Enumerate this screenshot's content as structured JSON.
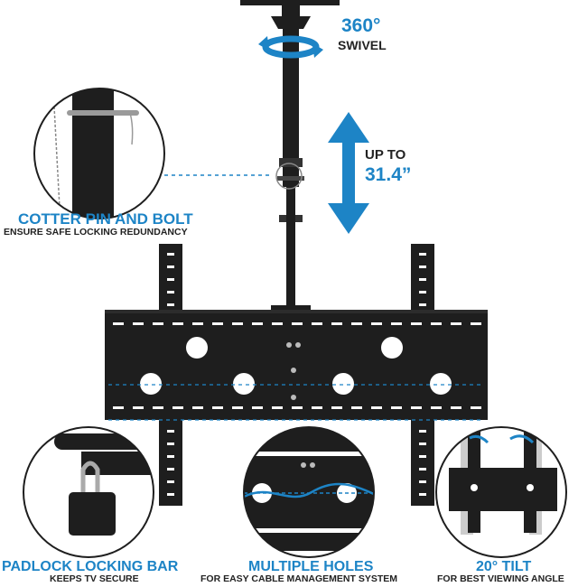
{
  "colors": {
    "accent": "#1d84c6",
    "metal": "#1e1e1e",
    "text": "#222222"
  },
  "swivel": {
    "value": "360°",
    "label": "SWIVEL"
  },
  "height": {
    "label": "UP TO",
    "value": "31.4”"
  },
  "features": {
    "cotter": {
      "title": "COTTER PIN AND BOLT",
      "subtitle": "ENSURE SAFE LOCKING REDUNDANCY"
    },
    "padlock": {
      "title": "PADLOCK LOCKING BAR",
      "subtitle": "KEEPS TV SECURE"
    },
    "holes": {
      "title": "MULTIPLE HOLES",
      "subtitle": "FOR EASY CABLE MANAGEMENT SYSTEM"
    },
    "tilt": {
      "title": "20° TILT",
      "subtitle": "FOR BEST VIEWING ANGLE"
    }
  }
}
